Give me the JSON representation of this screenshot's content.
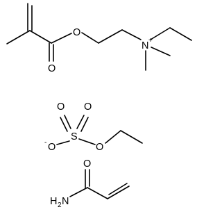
{
  "molecule_1": {
    "atoms": {
      "ester_oxygen": "O",
      "carbonyl_oxygen": "O",
      "ammonium_nitrogen": "N",
      "ammonium_charge": "+"
    }
  },
  "molecule_2": {
    "atoms": {
      "sulfur": "S",
      "oxygen_top_left": "O",
      "oxygen_top_right": "O",
      "oxygen_left": "O",
      "oxygen_left_charge": "-",
      "oxygen_right": "O"
    }
  },
  "molecule_3": {
    "atoms": {
      "carbonyl_oxygen": "O",
      "amine": "H",
      "amine_subscript": "2",
      "amine_nitrogen": "N"
    }
  }
}
